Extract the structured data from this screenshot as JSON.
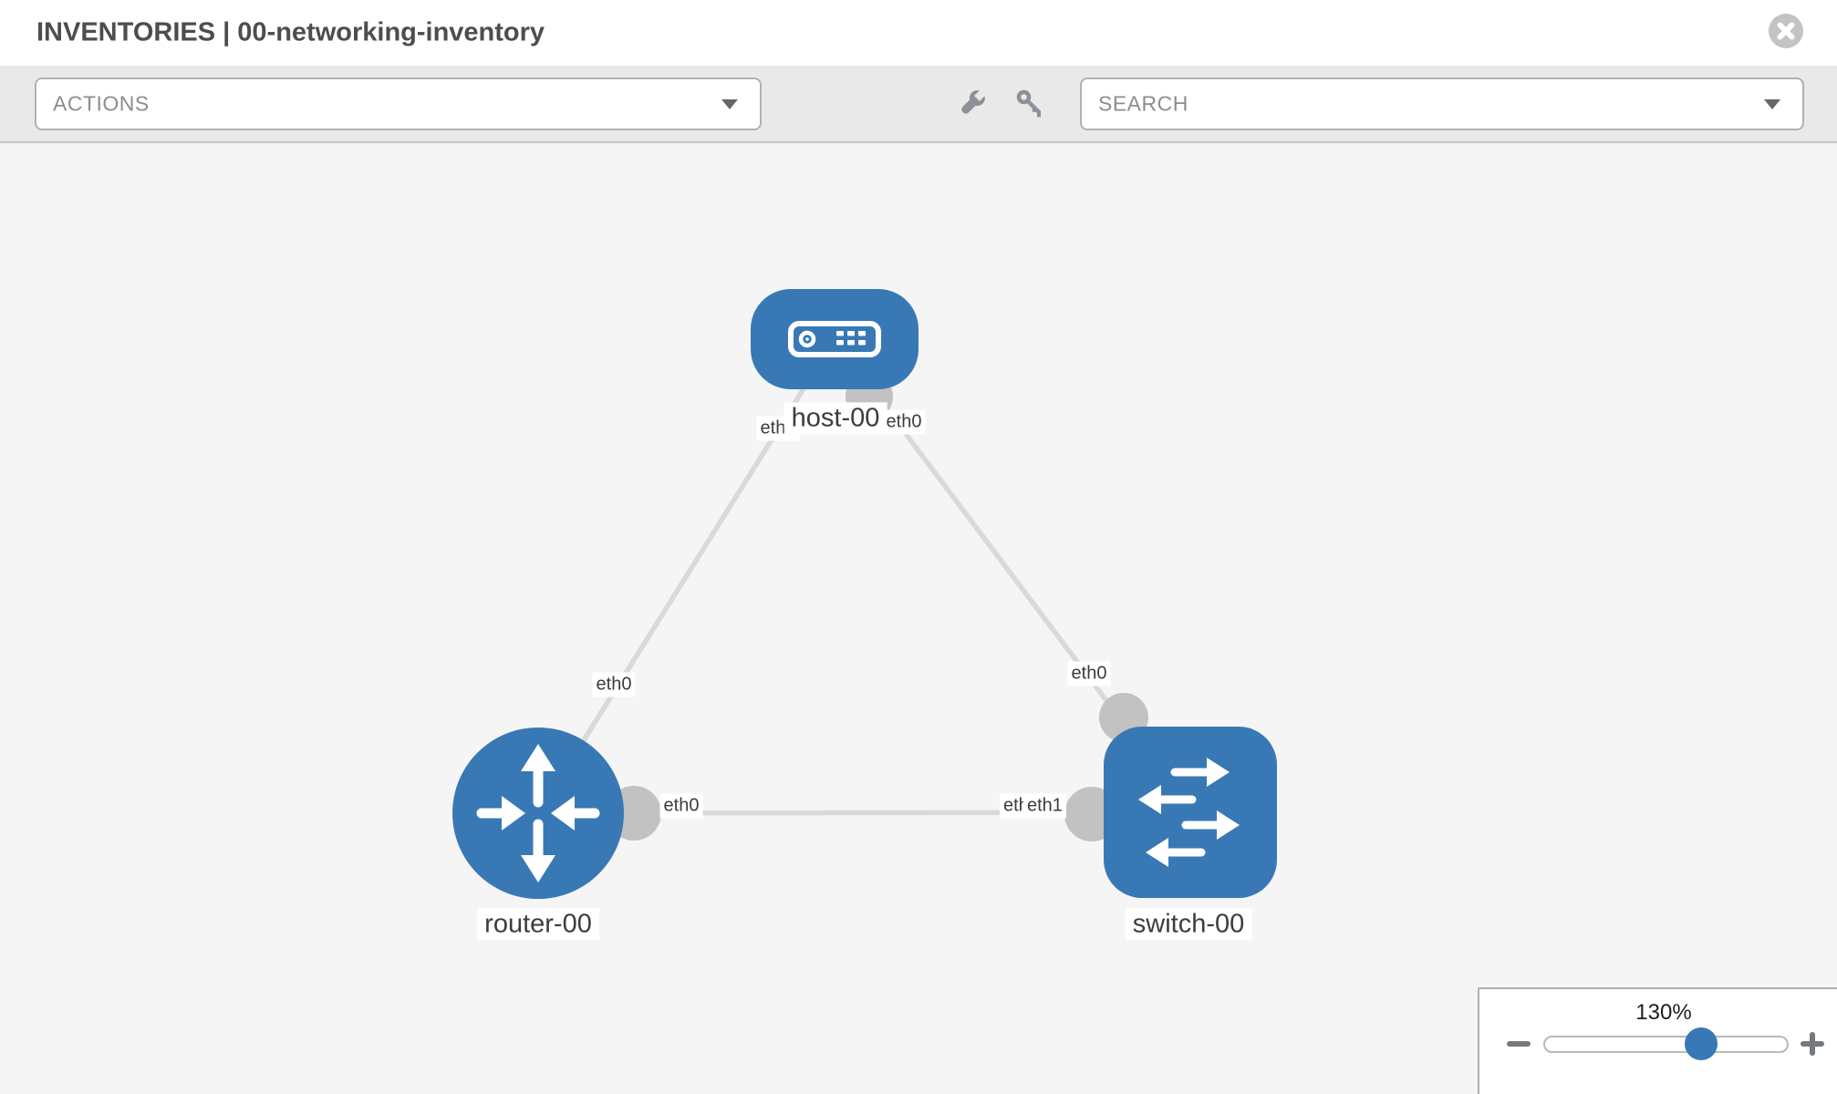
{
  "header": {
    "title": "INVENTORIES | 00-networking-inventory"
  },
  "toolbar": {
    "actions_placeholder": "ACTIONS",
    "search_placeholder": "SEARCH"
  },
  "icons": {
    "header_close": "close-icon",
    "toolbar_wrench": "wrench-icon",
    "toolbar_key": "key-icon",
    "actions_arrow": "chevron-down-icon",
    "search_arrow": "chevron-down-icon",
    "zoom_out": "minus-icon",
    "zoom_in": "plus-icon",
    "host_node": "host-device-icon",
    "router_node": "router-device-icon",
    "switch_node": "switch-device-icon"
  },
  "graph": {
    "nodes": [
      {
        "id": "host-00",
        "type": "host",
        "label": "host-00"
      },
      {
        "id": "router-00",
        "type": "router",
        "label": "router-00"
      },
      {
        "id": "switch-00",
        "type": "switch",
        "label": "switch-00"
      }
    ],
    "links": [
      {
        "source": "host-00",
        "source_port": "eth0",
        "target": "router-00",
        "target_port": "eth0"
      },
      {
        "source": "host-00",
        "source_port": "eth0",
        "target": "switch-00",
        "target_port": "eth0"
      },
      {
        "source": "router-00",
        "source_port": "eth0",
        "target": "switch-00",
        "target_port": "eth1"
      }
    ],
    "port_labels": {
      "host_to_router": "eth0",
      "host_to_switch": "eth0",
      "router_to_host": "eth0",
      "router_to_switch": "eth0",
      "switch_to_host": "eth0",
      "switch_to_router_under": "eth0",
      "switch_to_router": "eth1"
    },
    "colors": {
      "node_fill": "#3879b5",
      "interface_fill": "#c2c2c2",
      "edge_stroke": "#d9d9d9"
    }
  },
  "zoom_control": {
    "level": "130%"
  }
}
